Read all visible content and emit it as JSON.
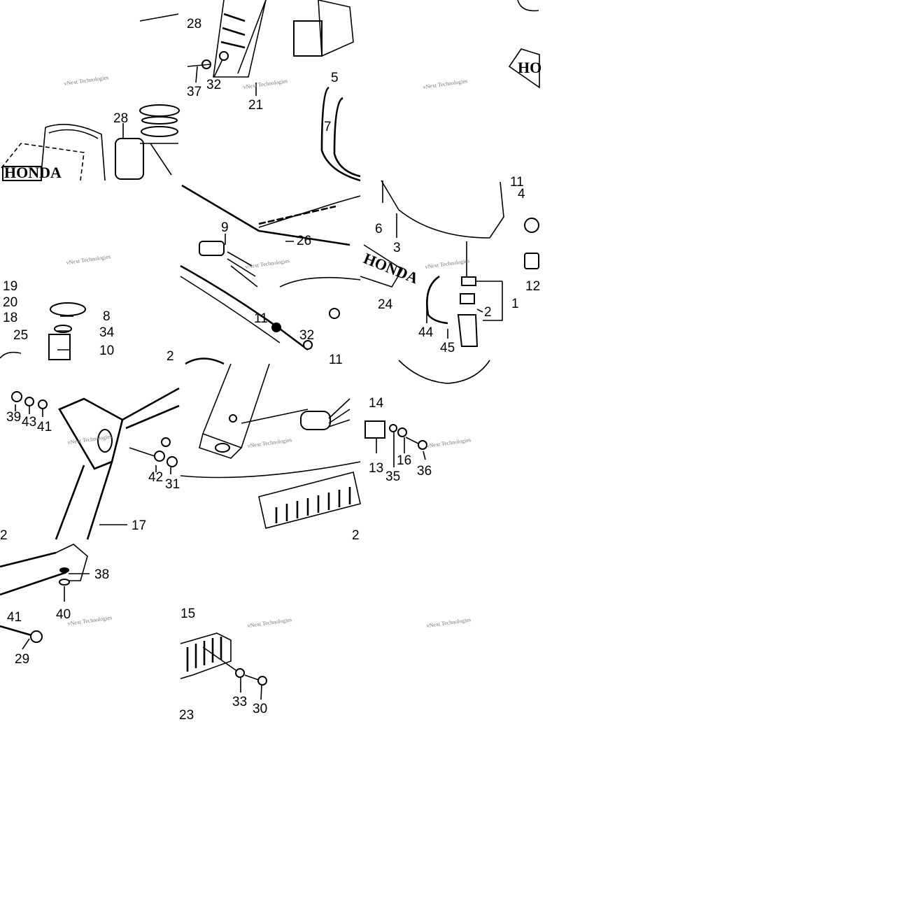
{
  "diagram": {
    "part_labels": [
      "28",
      "37",
      "32",
      "21",
      "5",
      "7",
      "28",
      "19",
      "20",
      "18",
      "25",
      "8",
      "34",
      "10",
      "9",
      "26",
      "11",
      "32",
      "11",
      "11",
      "4",
      "6",
      "3",
      "24",
      "12",
      "1",
      "2",
      "44",
      "45",
      "39",
      "43",
      "41",
      "42",
      "31",
      "17",
      "14",
      "13",
      "35",
      "16",
      "36",
      "38",
      "40",
      "41",
      "29",
      "15",
      "33",
      "30",
      "23",
      "2",
      "2",
      "2"
    ],
    "logo_text": [
      "HONDA",
      "HONDA",
      "HO"
    ],
    "watermarks": [
      "vNext Technologies",
      "vNext Technologies",
      "vNext Technologies",
      "vNext Technologies",
      "vNext Technologies",
      "vNext Technologies",
      "vNext Technologies",
      "vNext Technologies",
      "vNext Technologies",
      "vNext Technologies",
      "vNext Technologies",
      "vNext Technologies"
    ]
  }
}
